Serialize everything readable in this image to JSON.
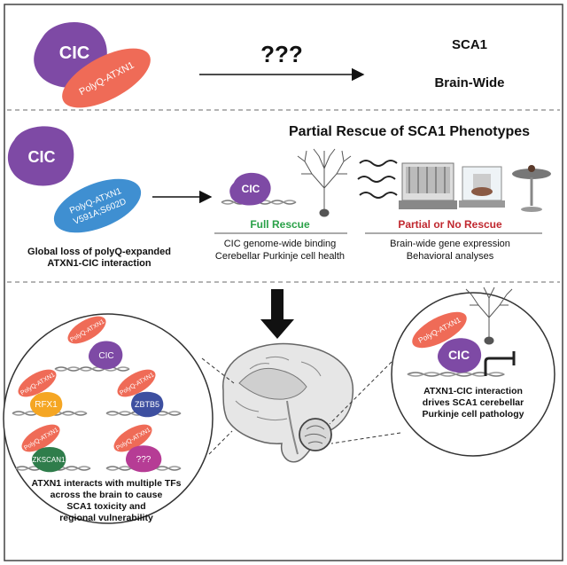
{
  "colors": {
    "cic": "#7e4aa5",
    "polyq": "#ef6b57",
    "mutant": "#3f8fd1",
    "rfx1": "#f5a623",
    "zbtb5": "#3d4fa0",
    "zkscan1": "#2f7d4b",
    "unknown": "#b63c95",
    "full_rescue": "#2aa148",
    "partial_rescue": "#c0282f",
    "border": "#555555"
  },
  "top": {
    "cic_label": "CIC",
    "polyq_label": "PolyQ-ATXN1",
    "arrow_label": "???",
    "outcome_line1": "SCA1",
    "outcome_line2": "Brain-Wide"
  },
  "middle": {
    "title": "Partial Rescue of SCA1 Phenotypes",
    "cic_label": "CIC",
    "mutant_line1": "PolyQ-ATXN1",
    "mutant_line2": "V591A;S602D",
    "left_caption_line1": "Global loss of polyQ-expanded",
    "left_caption_line2": "ATXN1-CIC interaction",
    "dna_cic_label": "CIC",
    "full_rescue_heading": "Full Rescue",
    "full_rescue_items": [
      "CIC genome-wide binding",
      "Cerebellar Purkinje cell health"
    ],
    "partial_rescue_heading": "Partial or No Rescue",
    "partial_rescue_items": [
      "Brain-wide gene expression",
      "Behavioral analyses"
    ]
  },
  "bottom": {
    "left_panel": {
      "complexes": [
        {
          "tf": "CIC",
          "partner": "PolyQ-ATXN1"
        },
        {
          "tf": "RFX1",
          "partner": "PolyQ-ATXN1"
        },
        {
          "tf": "ZBTB5",
          "partner": "PolyQ-ATXN1"
        },
        {
          "tf": "ZKSCAN1",
          "partner": "PolyQ-ATXN1"
        },
        {
          "tf": "???",
          "partner": "PolyQ-ATXN1"
        }
      ],
      "caption": [
        "ATXN1 interacts with multiple TFs",
        "across the brain to cause",
        "SCA1 toxicity and",
        "regional vulnerability"
      ]
    },
    "right_panel": {
      "polyq_label": "PolyQ-ATXN1",
      "cic_label": "CIC",
      "caption": [
        "ATXN1-CIC interaction",
        "drives SCA1 cerebellar",
        "Purkinje cell pathology"
      ]
    }
  }
}
